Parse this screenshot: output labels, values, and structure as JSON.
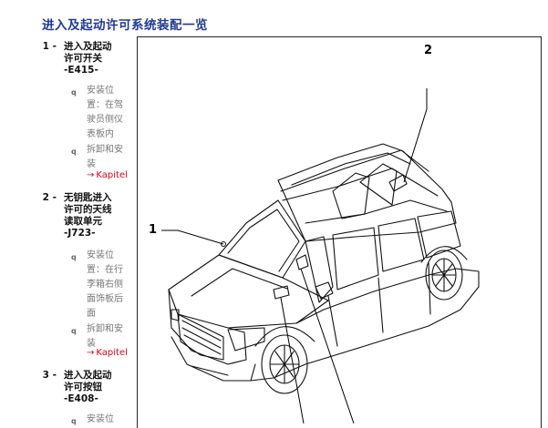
{
  "page": {
    "title": "进入及起动许可系统装配一览"
  },
  "items": [
    {
      "number": "1 -",
      "lines": [
        "进入及起动",
        "许可开关",
        "-E415-"
      ],
      "subitems": [
        {
          "bullet": "q",
          "lines": [
            "安装位",
            "置：在驾",
            "驶员侧仪",
            "表板内"
          ]
        },
        {
          "bullet": "q",
          "lines": [
            "拆卸和安",
            "装"
          ],
          "link": "Kapitel"
        }
      ]
    },
    {
      "number": "2 -",
      "lines": [
        "无钥匙进入",
        "许可的天线",
        "读取单元",
        "-J723-"
      ],
      "subitems": [
        {
          "bullet": "q",
          "lines": [
            "安装位",
            "置：在行",
            "李箱右侧",
            "面饰板后",
            "面"
          ]
        },
        {
          "bullet": "q",
          "lines": [
            "拆卸和安",
            "装"
          ],
          "link": "Kapitel"
        }
      ]
    },
    {
      "number": "3 -",
      "lines": [
        "进入及起动",
        "许可按钮",
        "-E408-"
      ],
      "subitems": [
        {
          "bullet": "q",
          "lines": [
            "安装位"
          ]
        }
      ]
    }
  ],
  "link_arrow": "→",
  "callouts": {
    "c1": "1",
    "c2": "2"
  },
  "colors": {
    "title": "#1f3a93",
    "link": "#e3001b",
    "subtext": "#777777"
  }
}
